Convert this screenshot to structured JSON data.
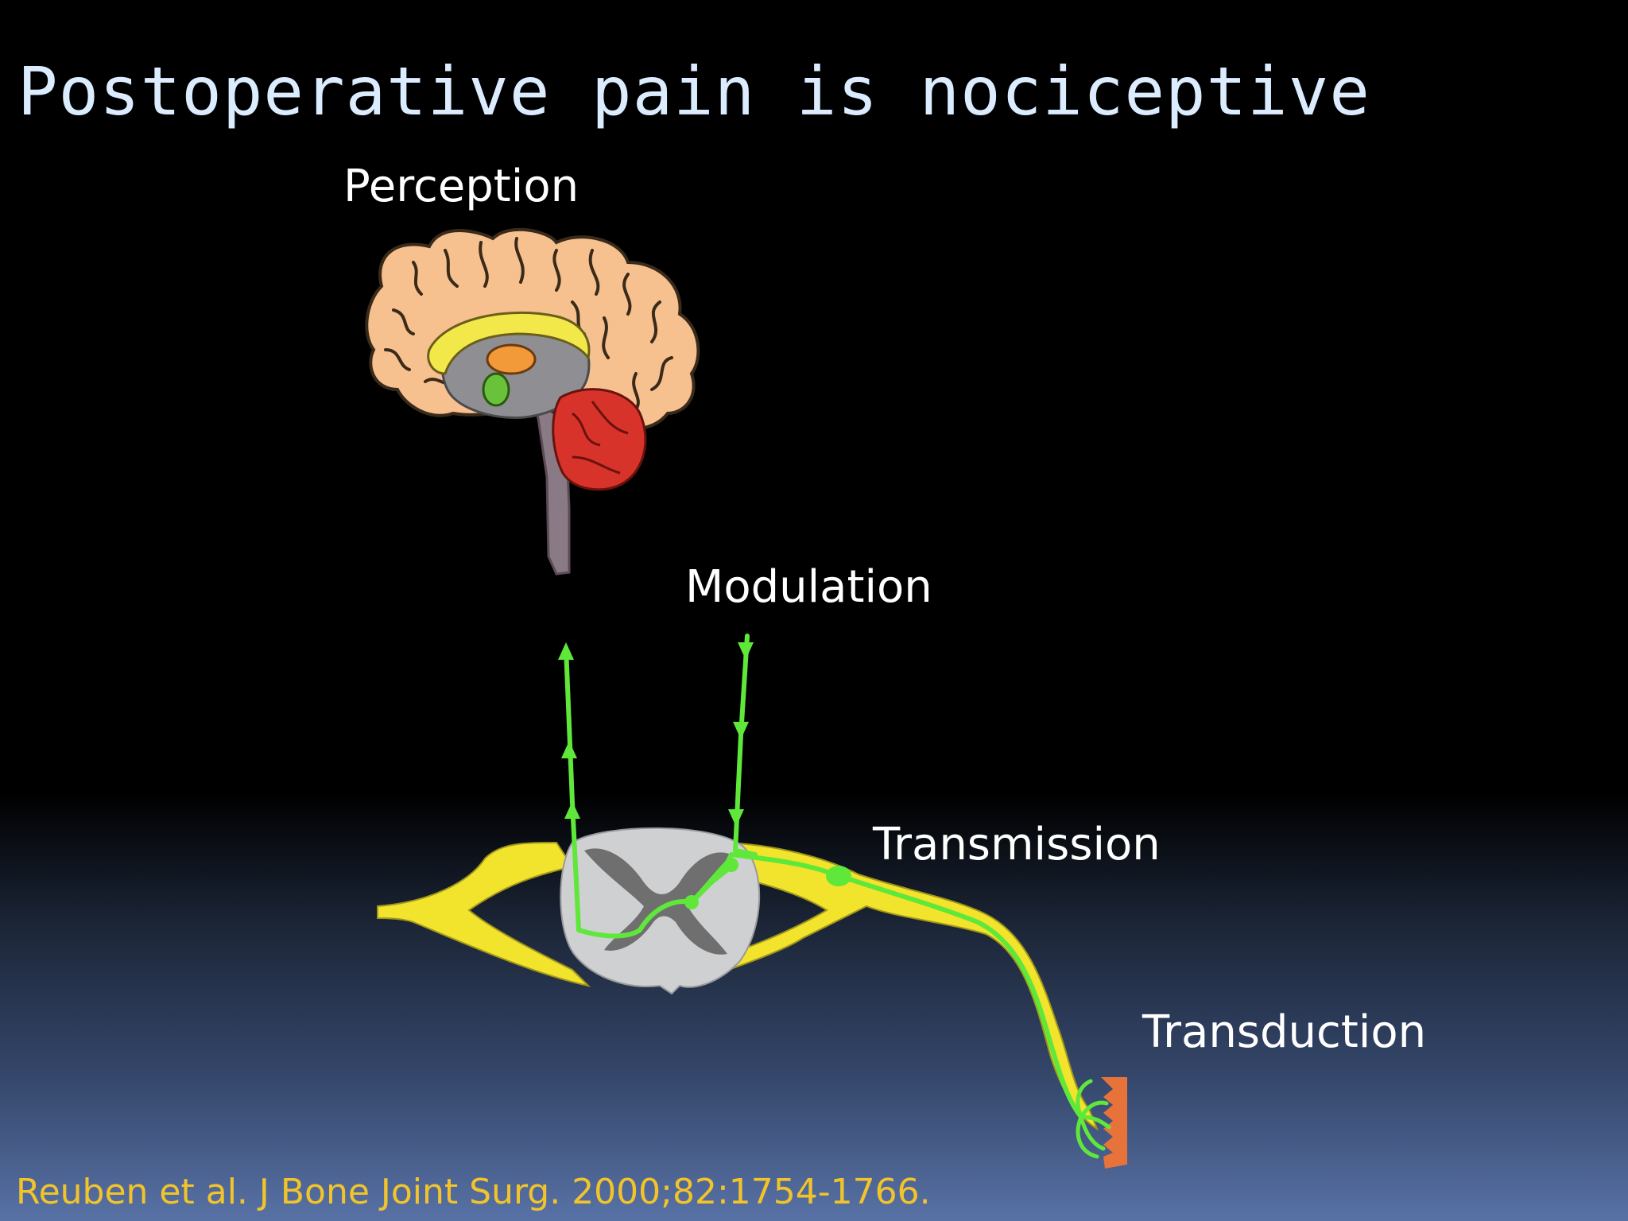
{
  "slide": {
    "title": "Postoperative pain is nociceptive",
    "citation": "Reuben et al. J Bone Joint Surg. 2000;82:1754-1766."
  },
  "diagram": {
    "labels": {
      "perception": "Perception",
      "modulation": "Modulation",
      "transmission": "Transmission",
      "transduction": "Transduction"
    },
    "colors": {
      "brain_cortex": "#f6c08f",
      "cerebellum": "#d8332a",
      "nerve_pathway": "#5fe83a",
      "nerve_sheath": "#f2e32c",
      "spinal_cord": "#cfd0d2",
      "gray_matter": "#6f6f6f",
      "receptor": "#e8733a",
      "title_text": "#dcecff",
      "citation_text": "#f2c42a"
    }
  }
}
